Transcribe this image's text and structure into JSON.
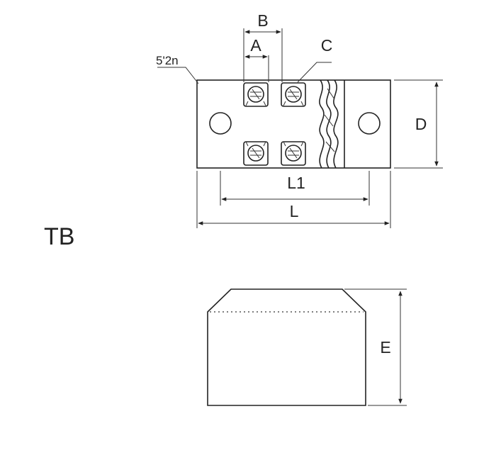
{
  "diagram": {
    "model_label": "TB",
    "dimension_labels": {
      "a": "A",
      "b": "B",
      "c": "C",
      "d": "D",
      "e": "E",
      "l": "L",
      "l1": "L1"
    },
    "callout_label": "5'2n",
    "colors": {
      "line": "#222222",
      "background": "#ffffff"
    },
    "terminal_rows": 2,
    "terminals_per_row": 2
  }
}
